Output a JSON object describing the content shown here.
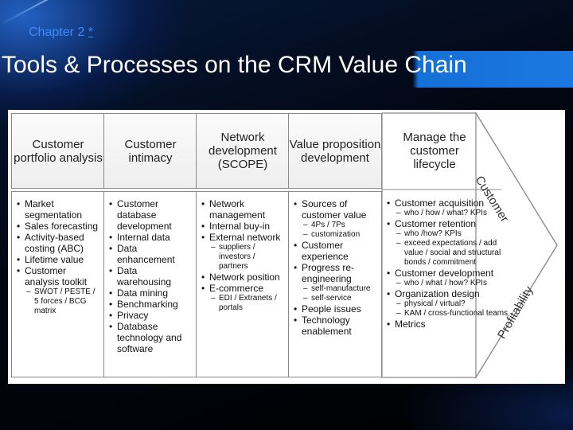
{
  "header": {
    "chapter": "Chapter 2",
    "chapter_link": "*",
    "title": "Tools & Processes on the CRM Value Chain"
  },
  "diagram": {
    "columns": [
      {
        "heading": "Customer portfolio analysis",
        "items": [
          {
            "type": "b",
            "text": "Market segmentation"
          },
          {
            "type": "b",
            "text": "Sales forecasting"
          },
          {
            "type": "b",
            "text": "Activity-based costing (ABC)"
          },
          {
            "type": "b",
            "text": "Lifetime value"
          },
          {
            "type": "b",
            "text": "Customer analysis toolkit"
          },
          {
            "type": "s",
            "text": "SWOT / PESTE / 5 forces / BCG matrix"
          }
        ]
      },
      {
        "heading": "Customer intimacy",
        "items": [
          {
            "type": "b",
            "text": "Customer database development"
          },
          {
            "type": "b",
            "text": "Internal data"
          },
          {
            "type": "b",
            "text": "Data enhancement"
          },
          {
            "type": "b",
            "text": "Data warehousing"
          },
          {
            "type": "b",
            "text": "Data mining"
          },
          {
            "type": "b",
            "text": "Benchmarking"
          },
          {
            "type": "b",
            "text": "Privacy"
          },
          {
            "type": "b",
            "text": "Database technology and software"
          }
        ]
      },
      {
        "heading": "Network development (SCOPE)",
        "items": [
          {
            "type": "b",
            "text": "Network management"
          },
          {
            "type": "b",
            "text": "Internal buy-in"
          },
          {
            "type": "b",
            "text": "External network"
          },
          {
            "type": "s",
            "text": "suppliers / investors / partners"
          },
          {
            "type": "b",
            "text": "Network position"
          },
          {
            "type": "b",
            "text": "E-commerce"
          },
          {
            "type": "s",
            "text": "EDI / Extranets / portals"
          }
        ]
      },
      {
        "heading": "Value proposition development",
        "items": [
          {
            "type": "b",
            "text": "Sources of customer value"
          },
          {
            "type": "s",
            "text": "4Ps / 7Ps"
          },
          {
            "type": "s",
            "text": "customization"
          },
          {
            "type": "b",
            "text": "Customer experience"
          },
          {
            "type": "b",
            "text": "Progress re-engineering"
          },
          {
            "type": "s",
            "text": "self-manufacture"
          },
          {
            "type": "s",
            "text": "self-service"
          },
          {
            "type": "b",
            "text": "People issues"
          },
          {
            "type": "b",
            "text": "Technology enablement"
          }
        ]
      },
      {
        "heading": "Manage the customer lifecycle",
        "items": [
          {
            "type": "b",
            "text": "Customer acquisition"
          },
          {
            "type": "s",
            "text": "who / how / what? KPIs"
          },
          {
            "type": "b",
            "text": "Customer retention"
          },
          {
            "type": "s",
            "text": "who /how? KPIs"
          },
          {
            "type": "s",
            "text": "exceed expectations / add value / social and structural bonds / commitment"
          },
          {
            "type": "b",
            "text": "Customer development"
          },
          {
            "type": "s",
            "text": "who / what / how? KPIs"
          },
          {
            "type": "b",
            "text": "Organization design"
          },
          {
            "type": "s",
            "text": "physical / virtual?"
          },
          {
            "type": "s",
            "text": "KAM / cross-functional teams"
          },
          {
            "type": "b",
            "text": "Metrics"
          }
        ]
      }
    ],
    "arrow_top_label": "Customer",
    "arrow_bottom_label": "Profitability"
  }
}
